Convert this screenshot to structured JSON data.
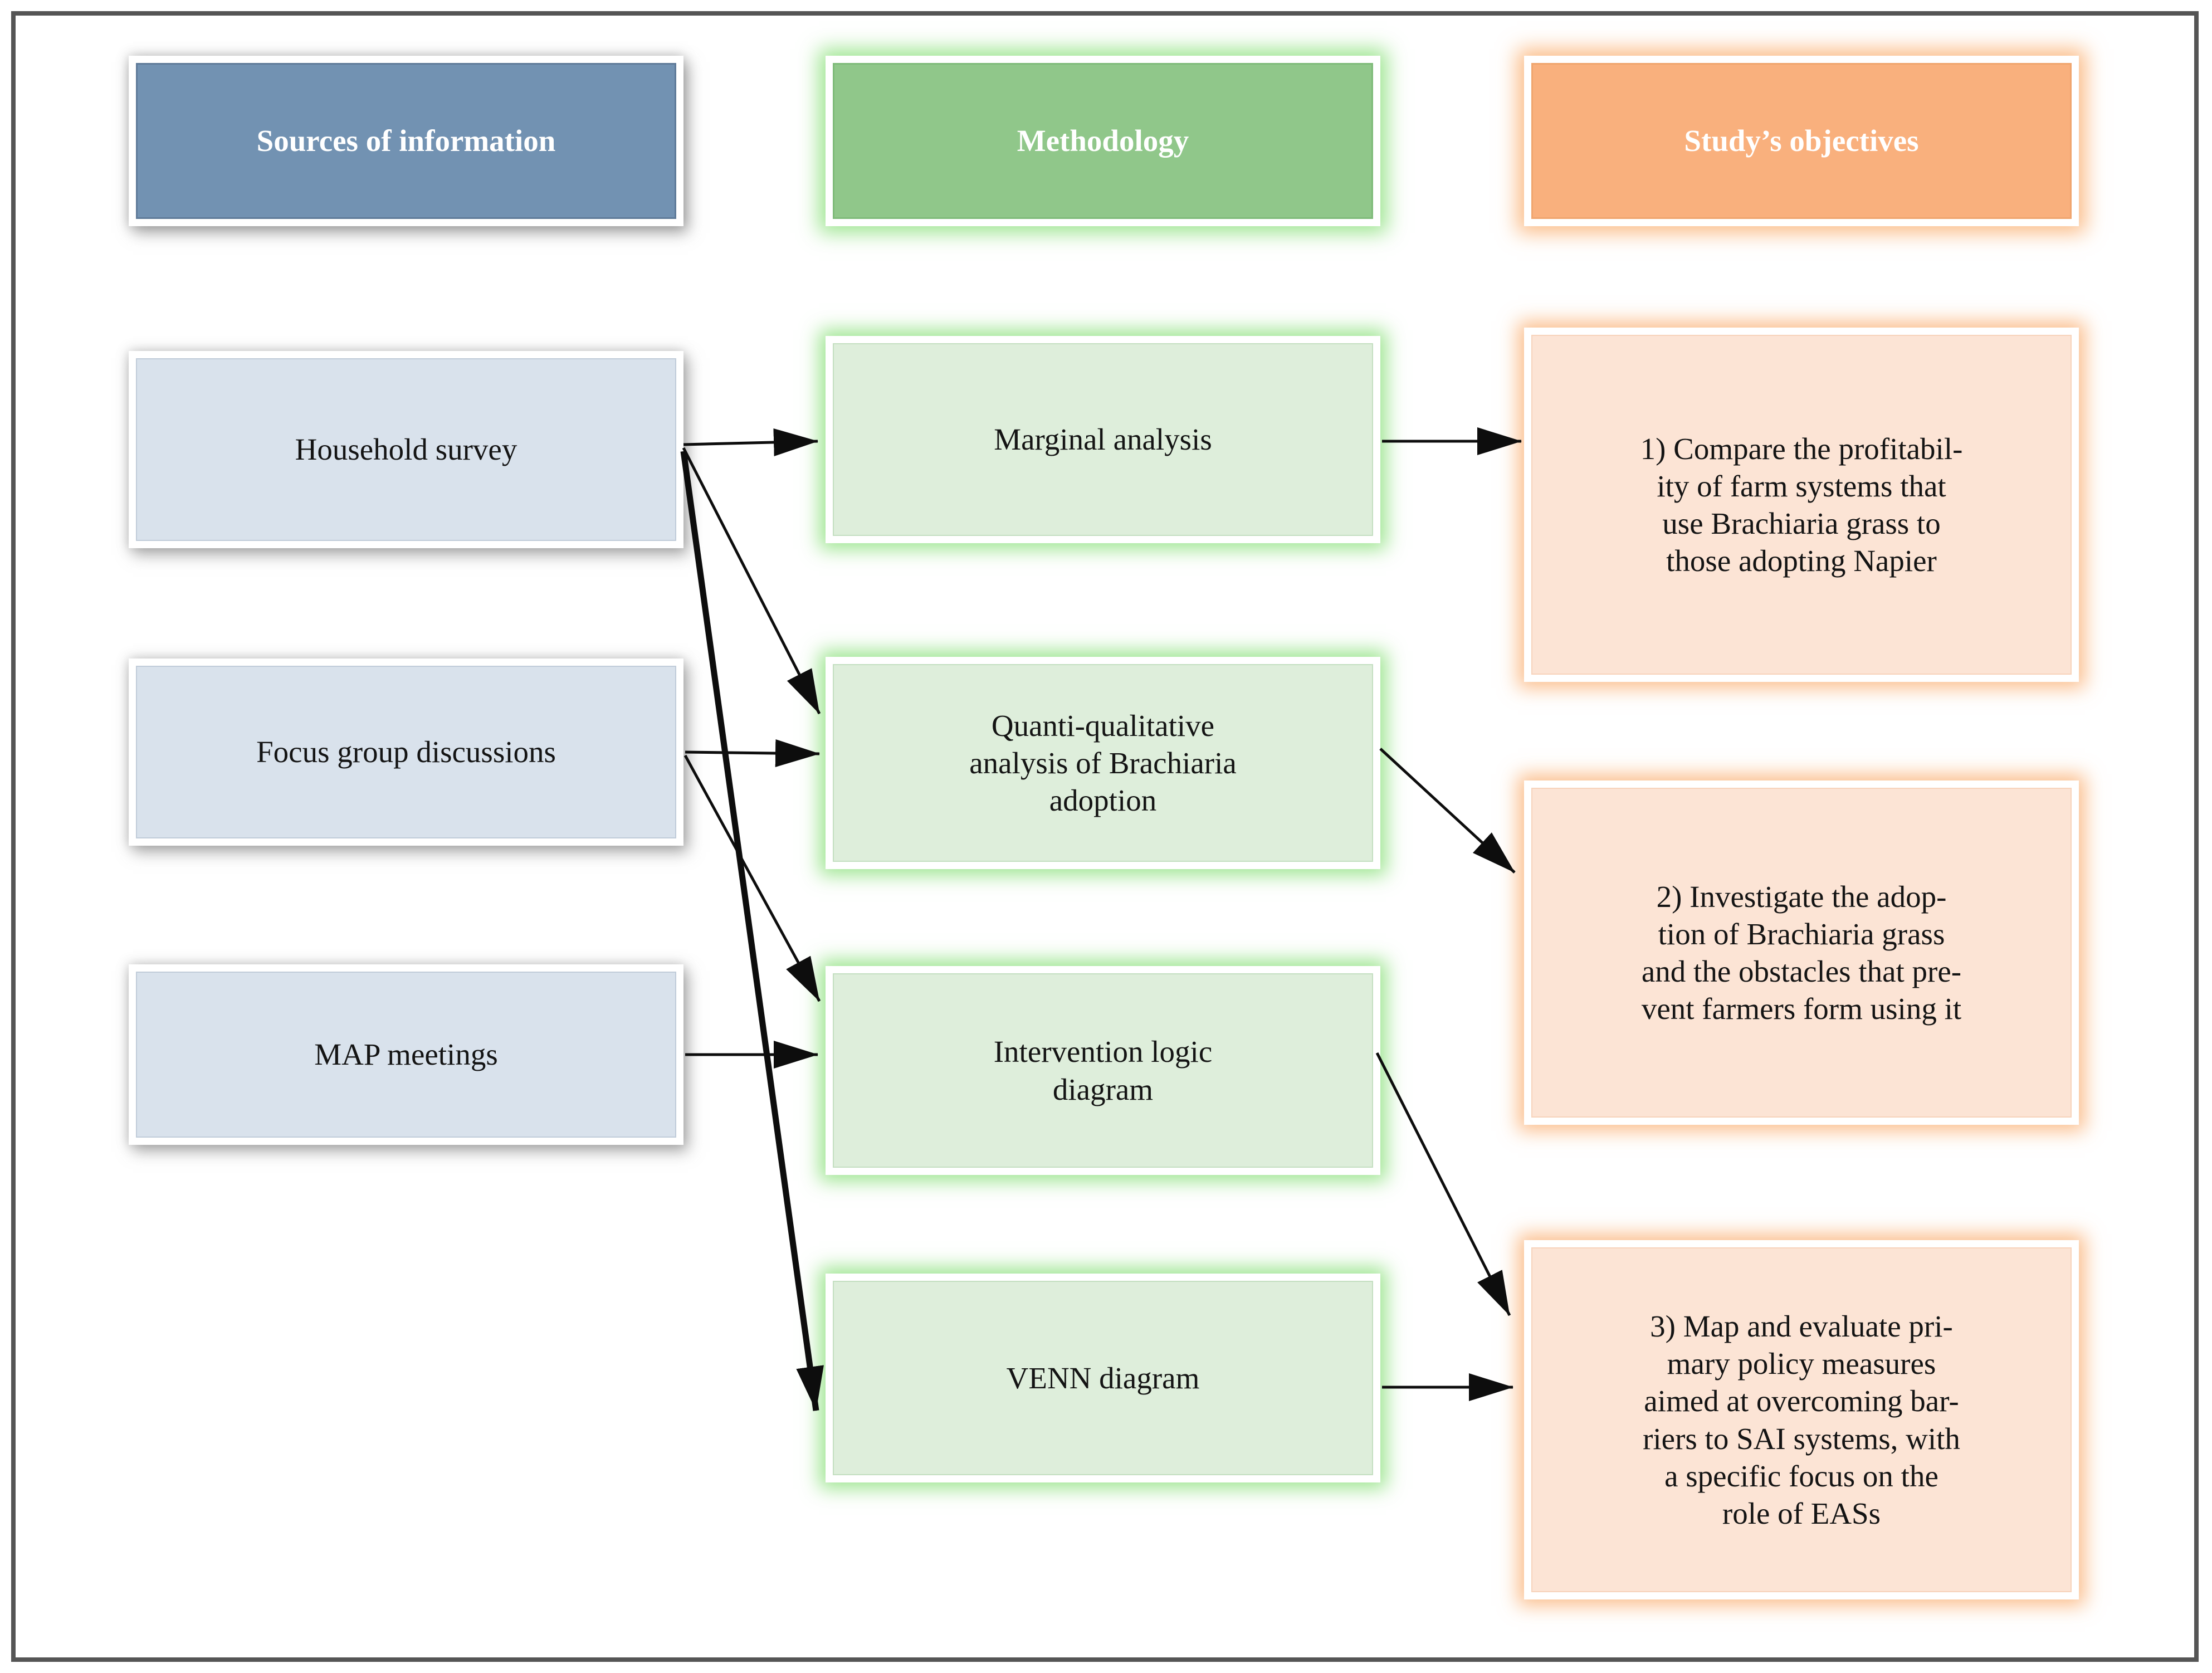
{
  "headers": {
    "sources": "Sources of information",
    "methodology": "Methodology",
    "objectives": "Study’s objectives"
  },
  "boxes": {
    "household_survey": "Household survey",
    "focus_groups": "Focus group discussions",
    "map_meetings": "MAP meetings",
    "marginal_analysis": "Marginal analysis",
    "quanti_qualitative": "Quanti-qualitative\nanalysis of Brachiaria\nadoption",
    "intervention_logic": "Intervention logic\ndiagram",
    "venn_diagram": "VENN diagram",
    "objective_1": "1) Compare the profitabil-\nity of farm systems that\nuse Brachiaria grass to\nthose adopting Napier",
    "objective_2": "2) Investigate the adop-\ntion of Brachiaria grass\nand the obstacles that pre-\nvent farmers form using it",
    "objective_3": "3) Map and evaluate pri-\nmary policy measures\naimed at overcoming bar-\nriers to SAI systems, with\na specific focus on the\nrole of EASs"
  },
  "connections": [
    {
      "from": "household_survey",
      "to": "marginal_analysis",
      "thick": false
    },
    {
      "from": "household_survey",
      "to": "quanti_qualitative",
      "thick": false
    },
    {
      "from": "household_survey",
      "to": "venn_diagram",
      "thick": true
    },
    {
      "from": "focus_groups",
      "to": "quanti_qualitative",
      "thick": false
    },
    {
      "from": "focus_groups",
      "to": "intervention_logic",
      "thick": false
    },
    {
      "from": "map_meetings",
      "to": "intervention_logic",
      "thick": false
    },
    {
      "from": "marginal_analysis",
      "to": "objective_1",
      "thick": false
    },
    {
      "from": "quanti_qualitative",
      "to": "objective_2",
      "thick": false
    },
    {
      "from": "intervention_logic",
      "to": "objective_3",
      "thick": false
    },
    {
      "from": "venn_diagram",
      "to": "objective_3",
      "thick": false
    }
  ],
  "colors": {
    "header_blue": "#7292b2",
    "source_fill": "#d9e2ec",
    "header_green": "#90c78a",
    "methodology_fill": "#deeedb",
    "header_orange": "#f9b07d",
    "objective_fill": "#fce4d5",
    "arrow": "#0d0d0d",
    "frame_border": "#555555"
  }
}
